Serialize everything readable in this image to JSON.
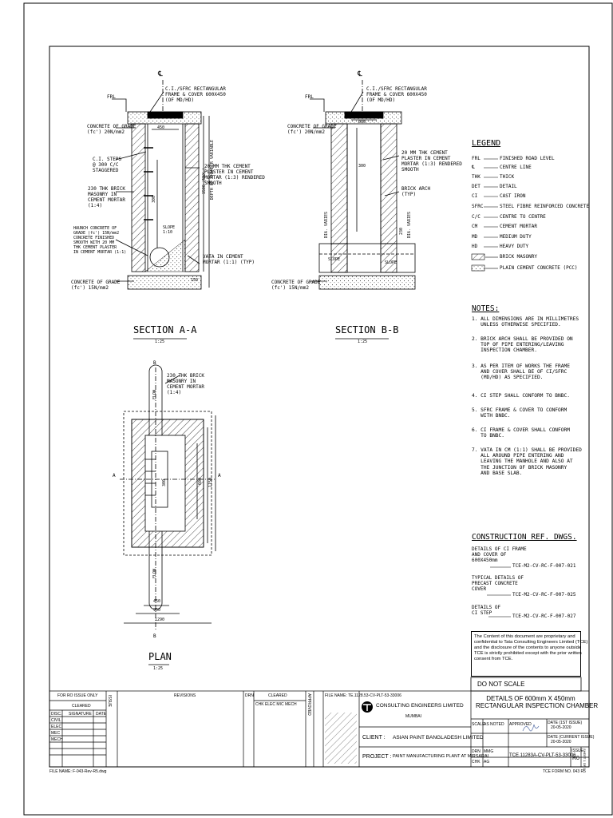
{
  "drawing": {
    "section_aa": {
      "title": "SECTION A-A",
      "scale": "1:25"
    },
    "section_bb": {
      "title": "SECTION B-B",
      "scale": "1:25"
    },
    "plan": {
      "title": "PLAN",
      "scale": "1:25"
    },
    "labels_aa": {
      "frl": "FRL",
      "cl": "℄",
      "cover": "C.I./SFRC RECTANGULAR\nFRAME & COVER 600X450\n(OF MD/HD)",
      "conc20": "CONCRETE OF GRADE\n(fc') 20N/mm2",
      "steps": "C.I. STEPS\n@ 300 C/C\nSTAGGERED",
      "brick": "230 THK BRICK\nMASONRY IN\nCEMENT MORTAR\n(1:4)",
      "haunch": "HAUNCH CONCRETE OF\nGRADE (fc') 15N/mm2\nCONCRETE FINISHED\nSMOOTH WITH 20 MM\nTHK CEMENT PLASTER\nIN CEMENT MORTAR (1:1)",
      "plaster": "20 MM THK CEMENT\nPLASTER IN CEMENT\nMORTAR (1:3) RENDERED\nSMOOTH",
      "vata": "VATA IN CEMENT\nMORTAR (1:1) (TYP)",
      "conc15": "CONCRETE OF GRADE\n(fc') 15N/mm2",
      "depth": "DEPTH OF CHAMBER VARIABLE",
      "max": "1500 (MAX.)",
      "slope": "SLOPE\n1:10",
      "d450": "450",
      "d300": "300",
      "d150": "150"
    },
    "labels_bb": {
      "frl": "FRL",
      "cl": "℄",
      "cover": "C.I./SFRC RECTANGULAR\nFRAME & COVER 600X450\n(OF MD/HD)",
      "conc20": "CONCRETE OF GRADE\n(fc') 20N/mm2",
      "plaster": "20 MM THK CEMENT\nPLASTER IN CEMENT\nMORTAR (1:3) RENDERED\nSMOOTH",
      "arch": "BRICK ARCH\n(TYP)",
      "conc15": "CONCRETE OF GRADE\n(fc') 15N/mm2",
      "slope": "SLOPE",
      "dia": "DIA. VARIES",
      "d600": "600",
      "d300": "300",
      "d230": "230"
    },
    "labels_plan": {
      "brick": "230 THK BRICK\nMASONRY IN\nCEMENT MORTAR\n(1:4)",
      "flow": "FLOW",
      "a": "A",
      "b": "B",
      "d450": "450",
      "d950": "950",
      "d1290": "1290",
      "d600": "600",
      "d1150": "1150",
      "d300": "300"
    }
  },
  "legend": {
    "title": "LEGEND",
    "items": [
      {
        "abbr": "FRL",
        "text": "FINISHED ROAD LEVEL"
      },
      {
        "abbr": "℄",
        "text": "CENTRE LINE"
      },
      {
        "abbr": "THK",
        "text": "THICK"
      },
      {
        "abbr": "DET",
        "text": "DETAIL"
      },
      {
        "abbr": "CI",
        "text": "CAST IRON"
      },
      {
        "abbr": "SFRC",
        "text": "STEEL FIBRE REINFORCED CONCRETE"
      },
      {
        "abbr": "C/C",
        "text": "CENTRE TO CENTRE"
      },
      {
        "abbr": "CM",
        "text": "CEMENT MORTAR"
      },
      {
        "abbr": "MD",
        "text": "MEDIUM DUTY"
      },
      {
        "abbr": "HD",
        "text": "HEAVY DUTY"
      },
      {
        "abbr": "",
        "text": "BRICK MASONRY"
      },
      {
        "abbr": "",
        "text": "PLAIN CEMENT CONCRETE (PCC)"
      }
    ]
  },
  "notes": {
    "title": "NOTES:",
    "items": [
      "1. ALL DIMENSIONS ARE IN MILLIMETRES\n   UNLESS OTHERWISE SPECIFIED.",
      "2. BRICK ARCH SHALL BE PROVIDED ON\n   TOP OF PIPE ENTERING/LEAVING\n   INSPECTION CHAMBER.",
      "3. AS PER ITEM OF WORKS THE FRAME\n   AND COVER SHALL BE OF CI/SFRC\n   (MD/HD) AS SPECIFIED.",
      "4. CI STEP SHALL CONFORM TO BNBC.",
      "5. SFRC FRAME & COVER TO CONFORM\n   WITH BNBC.",
      "6. CI FRAME & COVER SHALL CONFORM\n   TO BNBC.",
      "7. VATA IN CM (1:1) SHALL BE PROVIDED\n   ALL AROUND PIPE ENTERING AND\n   LEAVING THE MANHOLE AND ALSO AT\n   THE JUNCTION OF BRICK MASONRY\n   AND BASE SLAB."
    ]
  },
  "construction_refs": {
    "title": "CONSTRUCTION REF. DWGS.",
    "items": [
      {
        "desc": "DETAILS OF CI FRAME\nAND COVER OF\n600X450mm",
        "ref": "TCE-M2-CV-RC-F-007-021"
      },
      {
        "desc": "TYPICAL DETAILS OF\nPRECAST CONCRETE\nCOVER",
        "ref": "TCE-M2-CV-RC-F-007-025"
      },
      {
        "desc": "DETAILS OF\nCI STEP",
        "ref": "TCE-M2-CV-RC-F-007-027"
      }
    ]
  },
  "proprietary": "The Content of this document are proprietary and\nconfidential to Tata Consulting Engineers Limited (TCE)\nand the disclosure of the contents to anyone outside\nTCE is strictly prohibited except with the prior written\nconsent from TCE.",
  "status": "DO NOT SCALE",
  "title_block": {
    "drawing_title": "DETAILS OF 600mm X 450mm\nRECTANGULAR INSPECTION CHAMBER",
    "company": "CONSULTING ENGINEERS LIMITED",
    "company_city": "MUMBAI",
    "client_label": "CLIENT :",
    "client": "ASIAN PAINT BANGLADESH LIMITED",
    "project_label": "PROJECT :",
    "project": "PAINT MANUFACTURING PLANT AT MIRSARAI",
    "for_issue": "FOR RO ISSUE ONLY",
    "cleared": "CLEARED",
    "disc_header": "DISC.",
    "signature_header": "SIGNATURE",
    "date_header": "DATE",
    "disciplines": [
      "CIVIL",
      "ELEC",
      "MEC",
      "MECH",
      ""
    ],
    "issue_header": "ISSUE",
    "revisions_header": "REVISIONS",
    "drn": "DRN",
    "chkd_row": "CHK ELEC MIC MECH",
    "approved": "APPROVED",
    "file_name": "FILE NAME: TE.1128.53-CV-PLT-53-33006",
    "scale_label": "SCALE",
    "scale_value": "AS NOTED",
    "approved_label": "APPROVED",
    "date_iss_label": "DATE (1ST ISSUE)",
    "date_iss": "20-05-2020",
    "date_cur_label": "DATE (CURRENT ISSUE)",
    "date_cur": "20-05-2020",
    "drn_label": "DRN",
    "drn_value": "MMG",
    "chk_label": "CHK",
    "chk_value": "AG",
    "drawing_no": "TCE.11283A-CV-PLT-53-33006",
    "issue_label": "ISSUE",
    "issue_value": "R0",
    "sheet": "SHEET 1 OF 1"
  },
  "footer": {
    "file": "FILE NAME: F-043-Rev-R5.dwg",
    "form": "TCE FORM NO. 043 R5"
  }
}
